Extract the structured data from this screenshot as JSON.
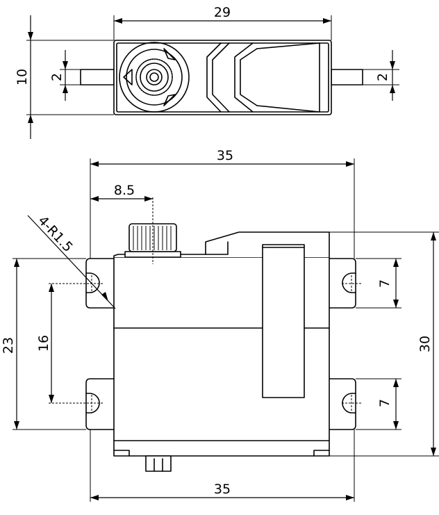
{
  "top_view": {
    "overall_width": "29",
    "overall_height": "10",
    "left_tab_thickness": "2",
    "right_tab_thickness": "2"
  },
  "front_view": {
    "top_width": "35",
    "shaft_offset": "8.5",
    "hole_callout": "4-R1.5",
    "mount_span": "23",
    "hole_spacing": "16",
    "right_top_ear_height": "7",
    "right_bottom_ear_height": "7",
    "body_height": "30",
    "bottom_width": "35"
  }
}
